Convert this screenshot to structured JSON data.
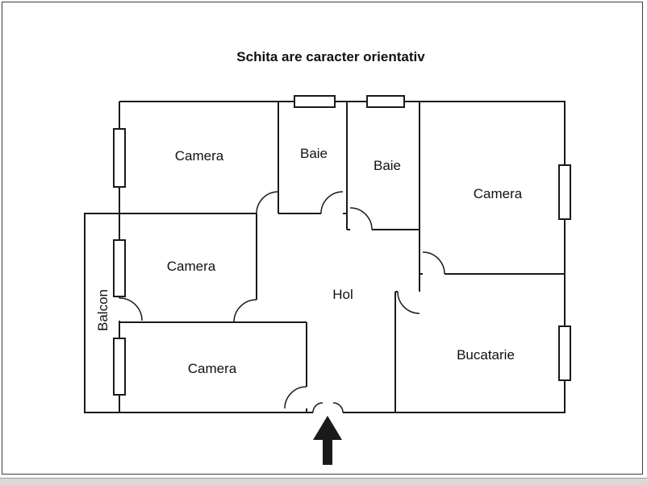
{
  "title": "Schita are caracter orientativ",
  "rooms": {
    "camera_top_left": "Camera",
    "baie_left": "Baie",
    "baie_right": "Baie",
    "camera_right": "Camera",
    "camera_middle": "Camera",
    "camera_bottom": "Camera",
    "hol": "Hol",
    "bucatarie": "Bucatarie",
    "balcon": "Balcon"
  },
  "colors": {
    "wall": "#1a1a1a",
    "background": "#ffffff",
    "frame_border": "#3c3c3c",
    "bottom_strip": "#d9d9d9"
  }
}
